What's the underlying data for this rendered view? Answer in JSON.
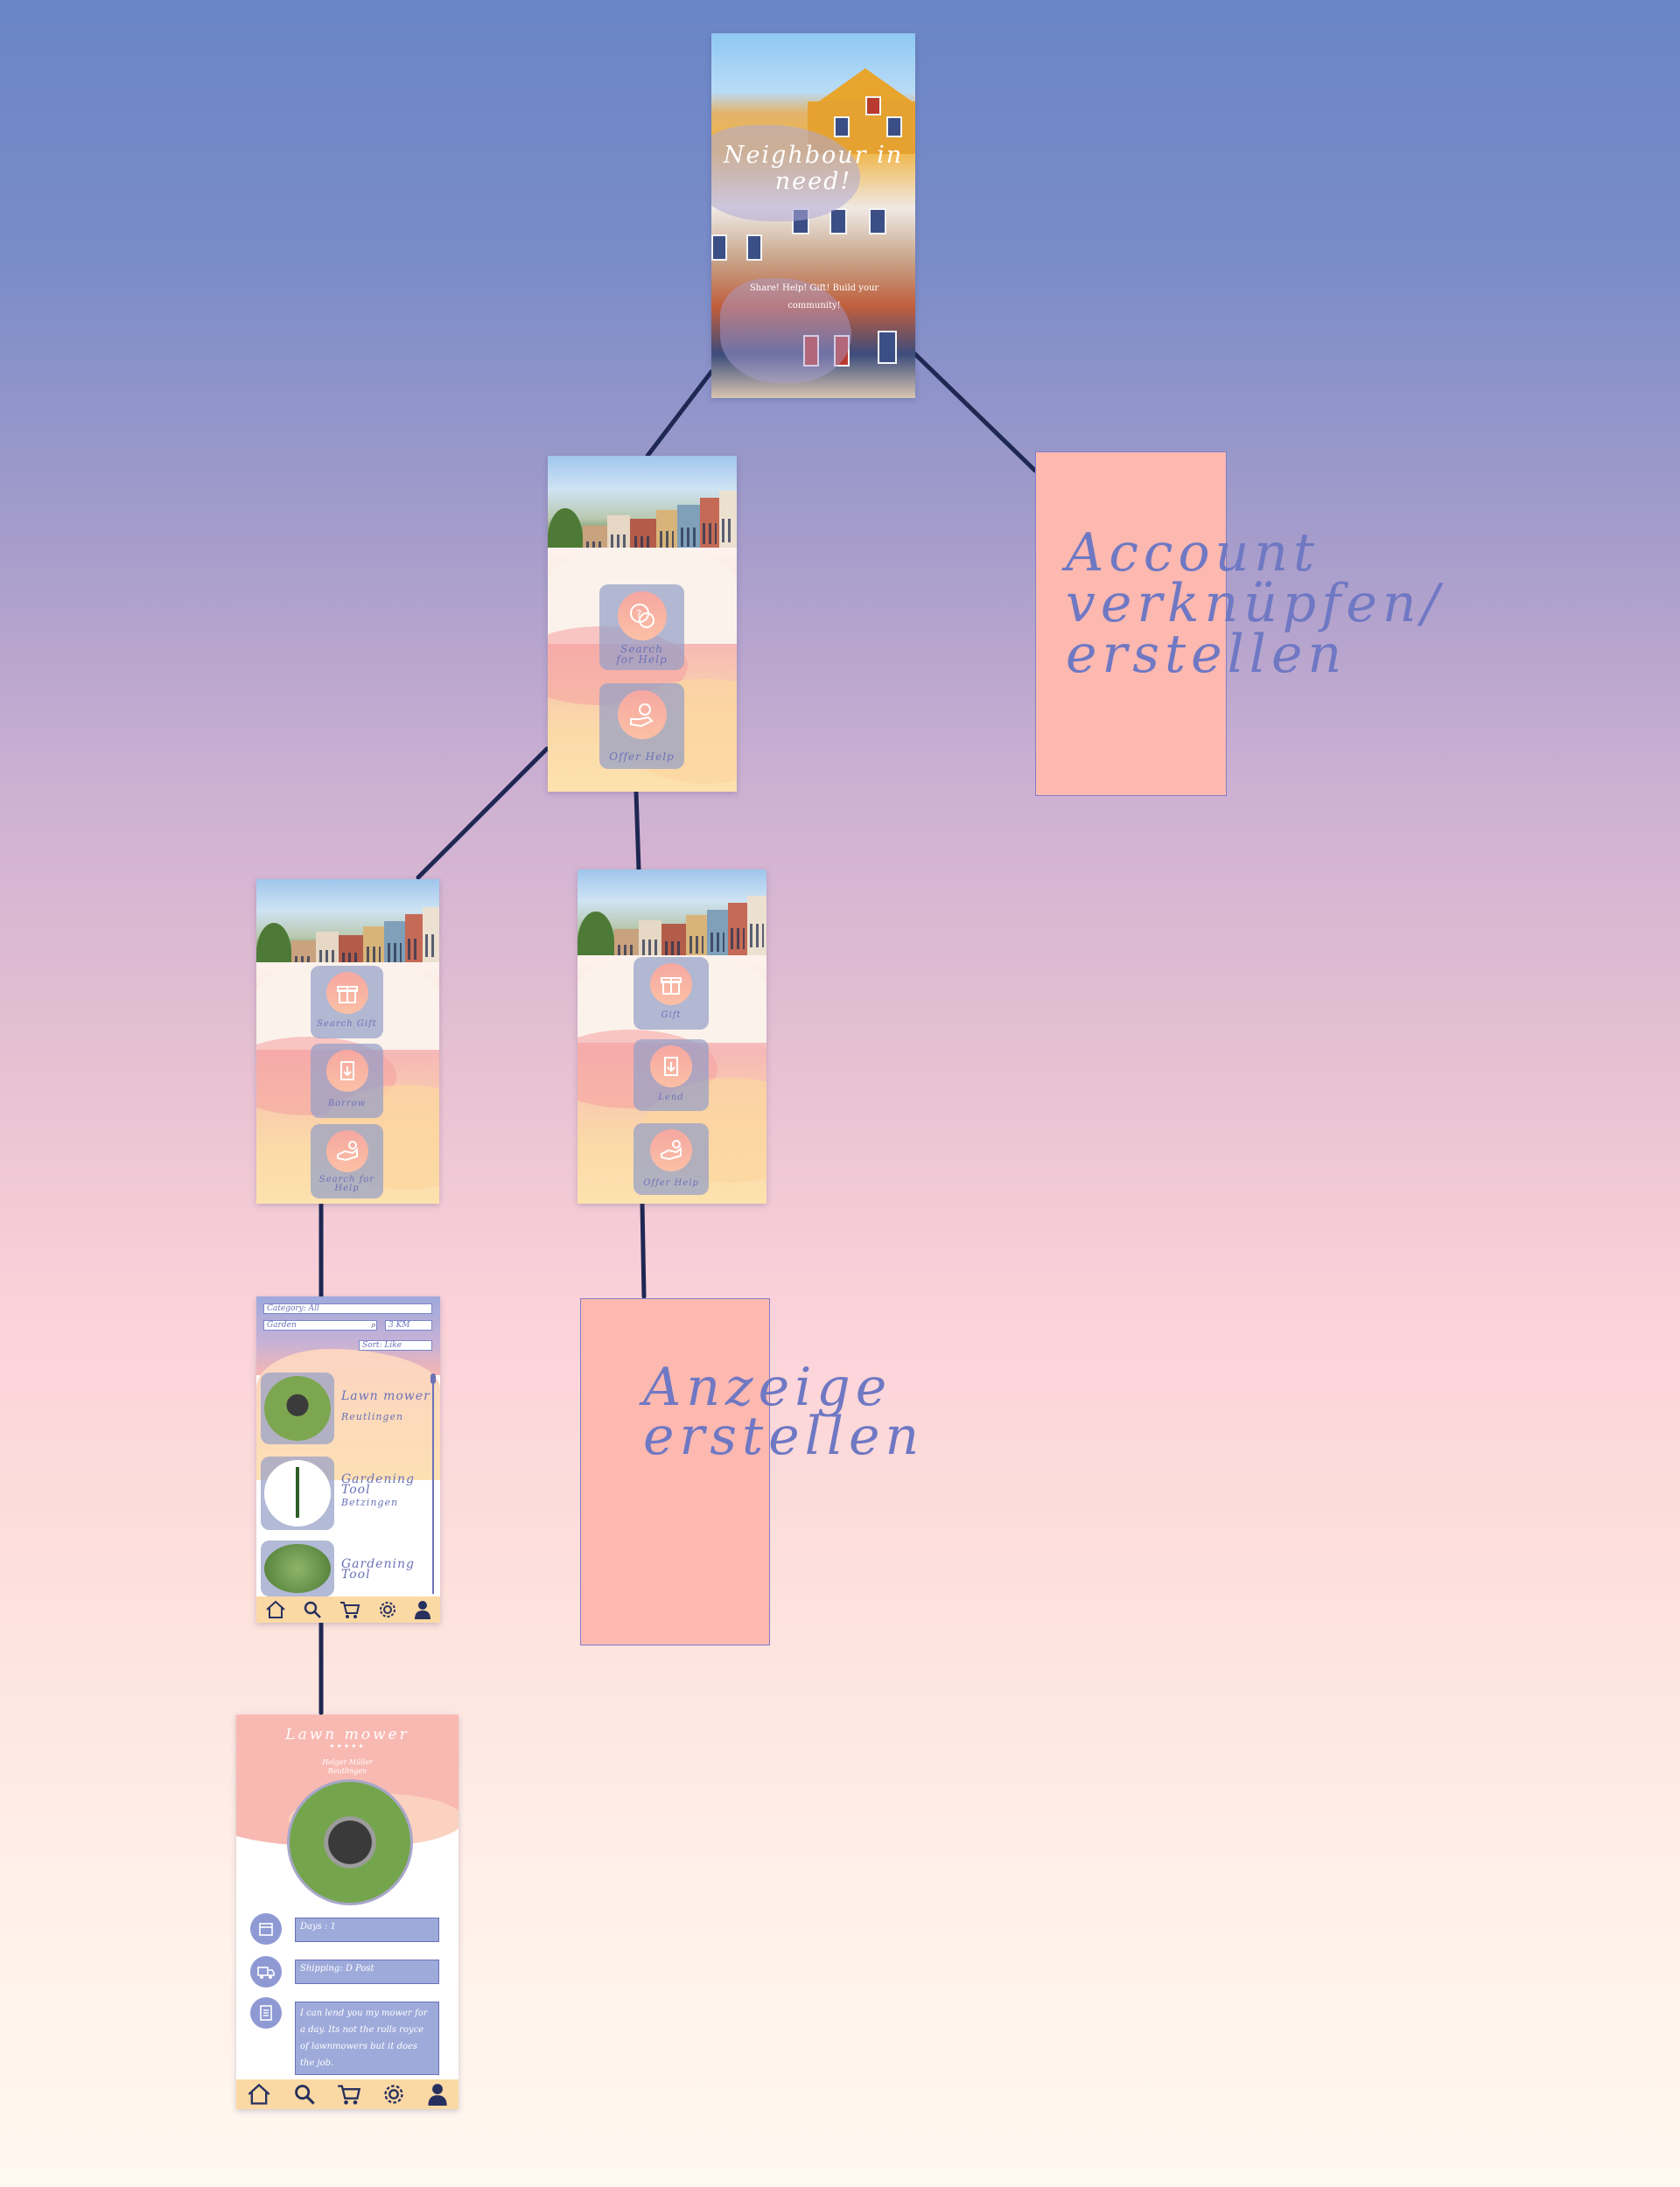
{
  "splash": {
    "title": "Neighbour in need!",
    "subtitle": "Share! Help! Gift! Build  your community!"
  },
  "main_menu": {
    "buttons": [
      {
        "label": "Search for Help",
        "icon": "help-bubble-icon"
      },
      {
        "label": "Offer Help",
        "icon": "hand-bulb-icon"
      }
    ]
  },
  "search_menu": {
    "buttons": [
      {
        "label": "Search Gift",
        "icon": "gift-icon"
      },
      {
        "label": "Borrow",
        "icon": "borrow-box-icon"
      },
      {
        "label": "Search for Help",
        "icon": "help-hand-icon"
      }
    ]
  },
  "offer_menu": {
    "buttons": [
      {
        "label": "Gift",
        "icon": "gift-icon"
      },
      {
        "label": "Lend",
        "icon": "lend-box-icon"
      },
      {
        "label": "Offer Help",
        "icon": "help-hand-icon"
      }
    ]
  },
  "account_note": {
    "text": "Account verknüpfen/ erstellen",
    "lines": [
      "Account",
      "verknüpfen/",
      "erstellen"
    ]
  },
  "ad_note": {
    "text": "Anzeige erstellen",
    "lines": [
      "Anzeige",
      "erstellen"
    ]
  },
  "list_screen": {
    "category": "Category: All",
    "search": "Garden",
    "distance": "3 KM",
    "sort": "Sort: Like",
    "items": [
      {
        "title": "Lawn mower",
        "location": "Reutlingen"
      },
      {
        "title": "Gardening Tool",
        "location": "Betzingen"
      },
      {
        "title": "Gardening Tool",
        "location": ""
      }
    ],
    "nav": [
      "home-icon",
      "search-icon",
      "cart-icon",
      "gear-icon",
      "user-icon"
    ]
  },
  "detail_screen": {
    "title": "Lawn mower",
    "rating": "★★★★★",
    "owner": "Holger Müller",
    "location": "Reutlingen",
    "days": "Days : 1",
    "shipping": "Shipping: D Post",
    "description": "I can lend you my mower for a day. Its not the rolls royce of lawnmowers  but it does the job.",
    "nav": [
      "home-icon",
      "search-icon",
      "cart-icon",
      "gear-icon",
      "user-icon"
    ]
  },
  "colors": {
    "connector": "#1f2753",
    "note_fill": "#fdb8b0",
    "accent_text": "#6f78c3",
    "tile": "#969fc8"
  }
}
